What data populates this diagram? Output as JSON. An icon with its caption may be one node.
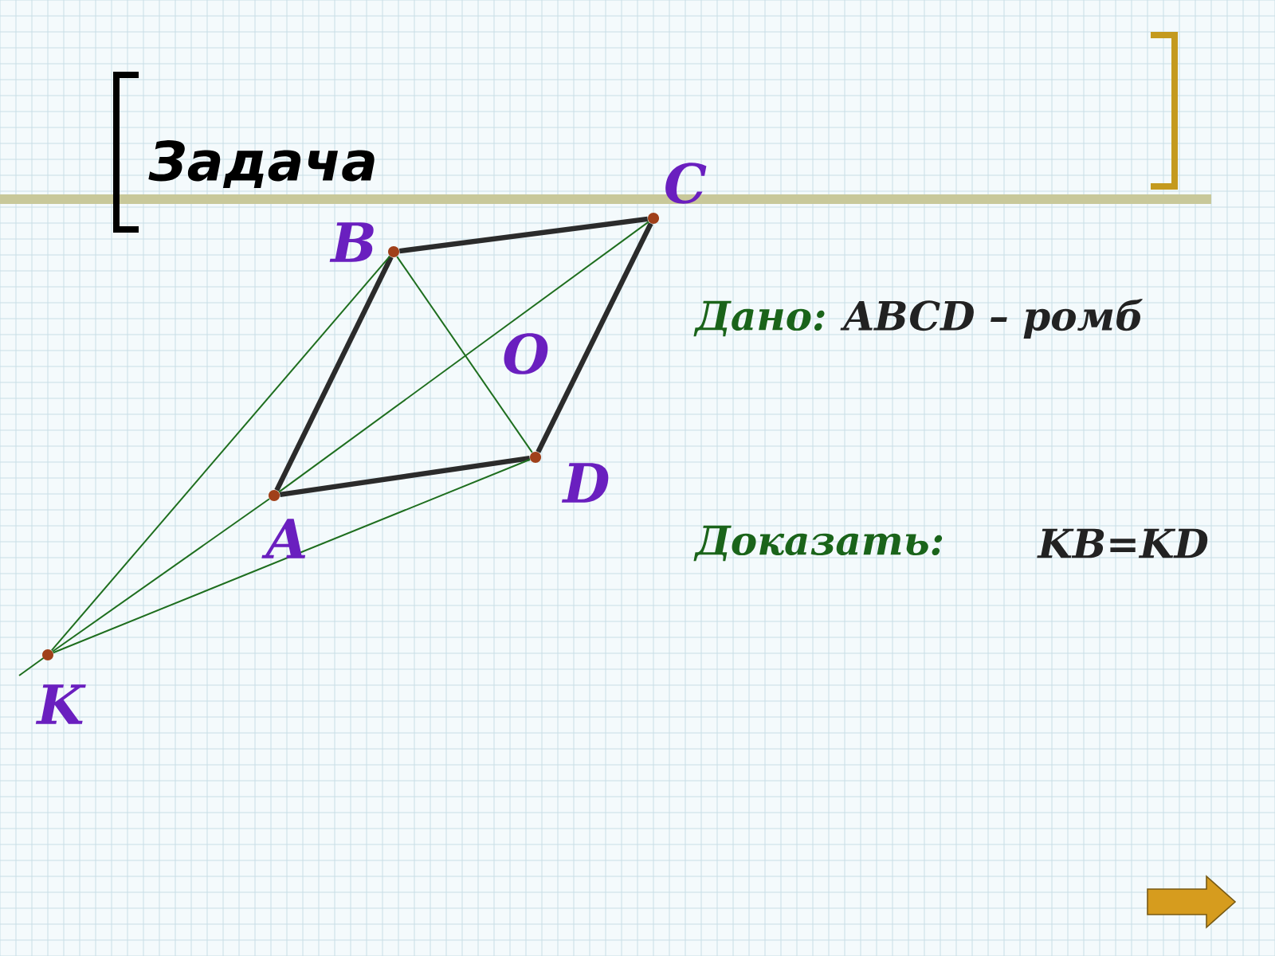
{
  "diagram": {
    "title": "Задача",
    "nodes": [
      {
        "text": [],
        "shape": "circle",
        "beside": [
          "B"
        ]
      },
      {
        "text": [],
        "shape": "circle",
        "beside": [
          "C"
        ]
      },
      {
        "text": [],
        "shape": "circle",
        "beside": [
          "A"
        ]
      },
      {
        "text": [],
        "shape": "circle",
        "beside": [
          "D"
        ]
      },
      {
        "text": [],
        "shape": "circle",
        "beside": [
          "K"
        ]
      }
    ],
    "edges": [
      {
        "from": 2,
        "to": 0,
        "arrow": "none",
        "style": "thick",
        "color": "#2b2b2b"
      },
      {
        "from": 0,
        "to": 1,
        "arrow": "none",
        "style": "thick",
        "color": "#2b2b2b"
      },
      {
        "from": 1,
        "to": 3,
        "arrow": "none",
        "style": "thick",
        "color": "#2b2b2b"
      },
      {
        "from": 3,
        "to": 2,
        "arrow": "none",
        "style": "thick",
        "color": "#2b2b2b"
      },
      {
        "from": 0,
        "to": 3,
        "arrow": "none"
      },
      {
        "from": 2,
        "to": 1,
        "arrow": "none"
      },
      {
        "from": 4,
        "to": 2,
        "arrow": "none"
      },
      {
        "from": 4,
        "to": 0,
        "arrow": "none"
      },
      {
        "from": 4,
        "to": 3,
        "arrow": "none"
      }
    ],
    "labels": [
      "O",
      "Дано:",
      "ABCD – ромб",
      "Доказать:",
      "KB=KD"
    ]
  }
}
